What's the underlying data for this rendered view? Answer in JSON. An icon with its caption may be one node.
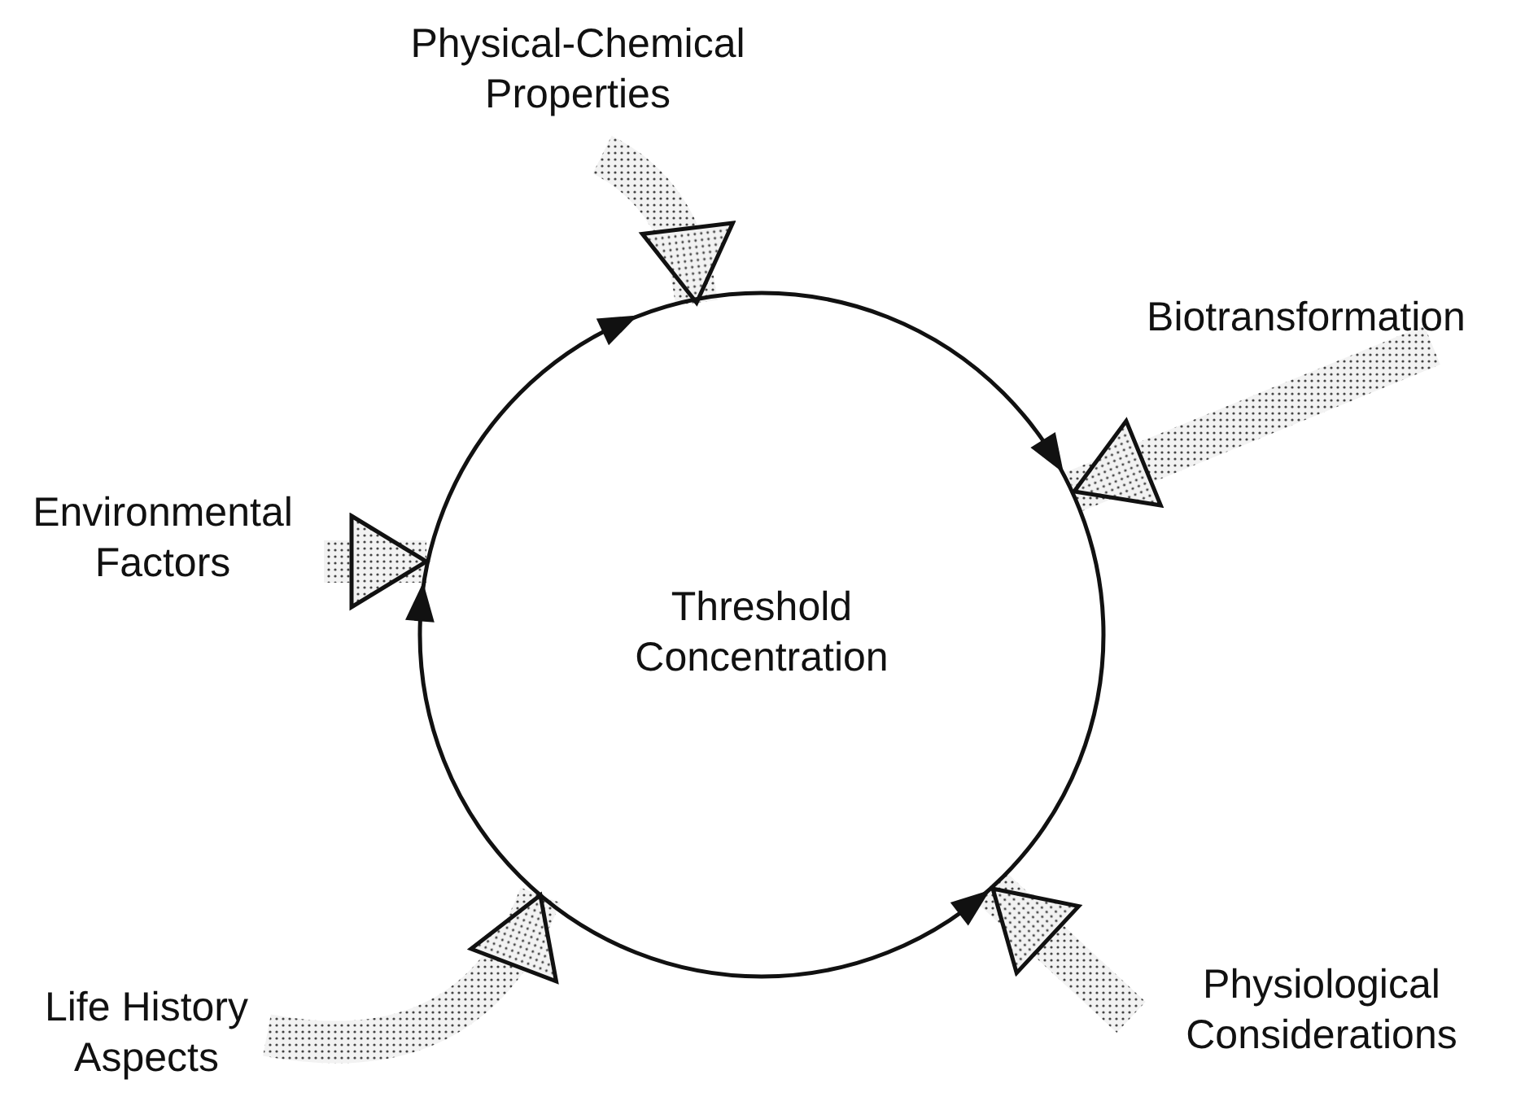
{
  "diagram": {
    "nodes": [
      {
        "text": [
          "Threshold Concentration"
        ]
      },
      {
        "text": [
          "Physical-Chemical Properties"
        ]
      },
      {
        "text": [
          "Biotransformation"
        ]
      },
      {
        "text": [
          "Environmental Factors"
        ]
      },
      {
        "text": [
          "Life History Aspects"
        ]
      },
      {
        "text": [
          "Physiological Considerations"
        ]
      }
    ],
    "edges": [
      {
        "from": 1,
        "to": 0,
        "arrow": "to"
      },
      {
        "from": 2,
        "to": 0,
        "arrow": "to"
      },
      {
        "from": 3,
        "to": 0,
        "arrow": "to"
      },
      {
        "from": 4,
        "to": 0,
        "arrow": "to"
      },
      {
        "from": 5,
        "to": 0,
        "arrow": "to"
      }
    ]
  }
}
